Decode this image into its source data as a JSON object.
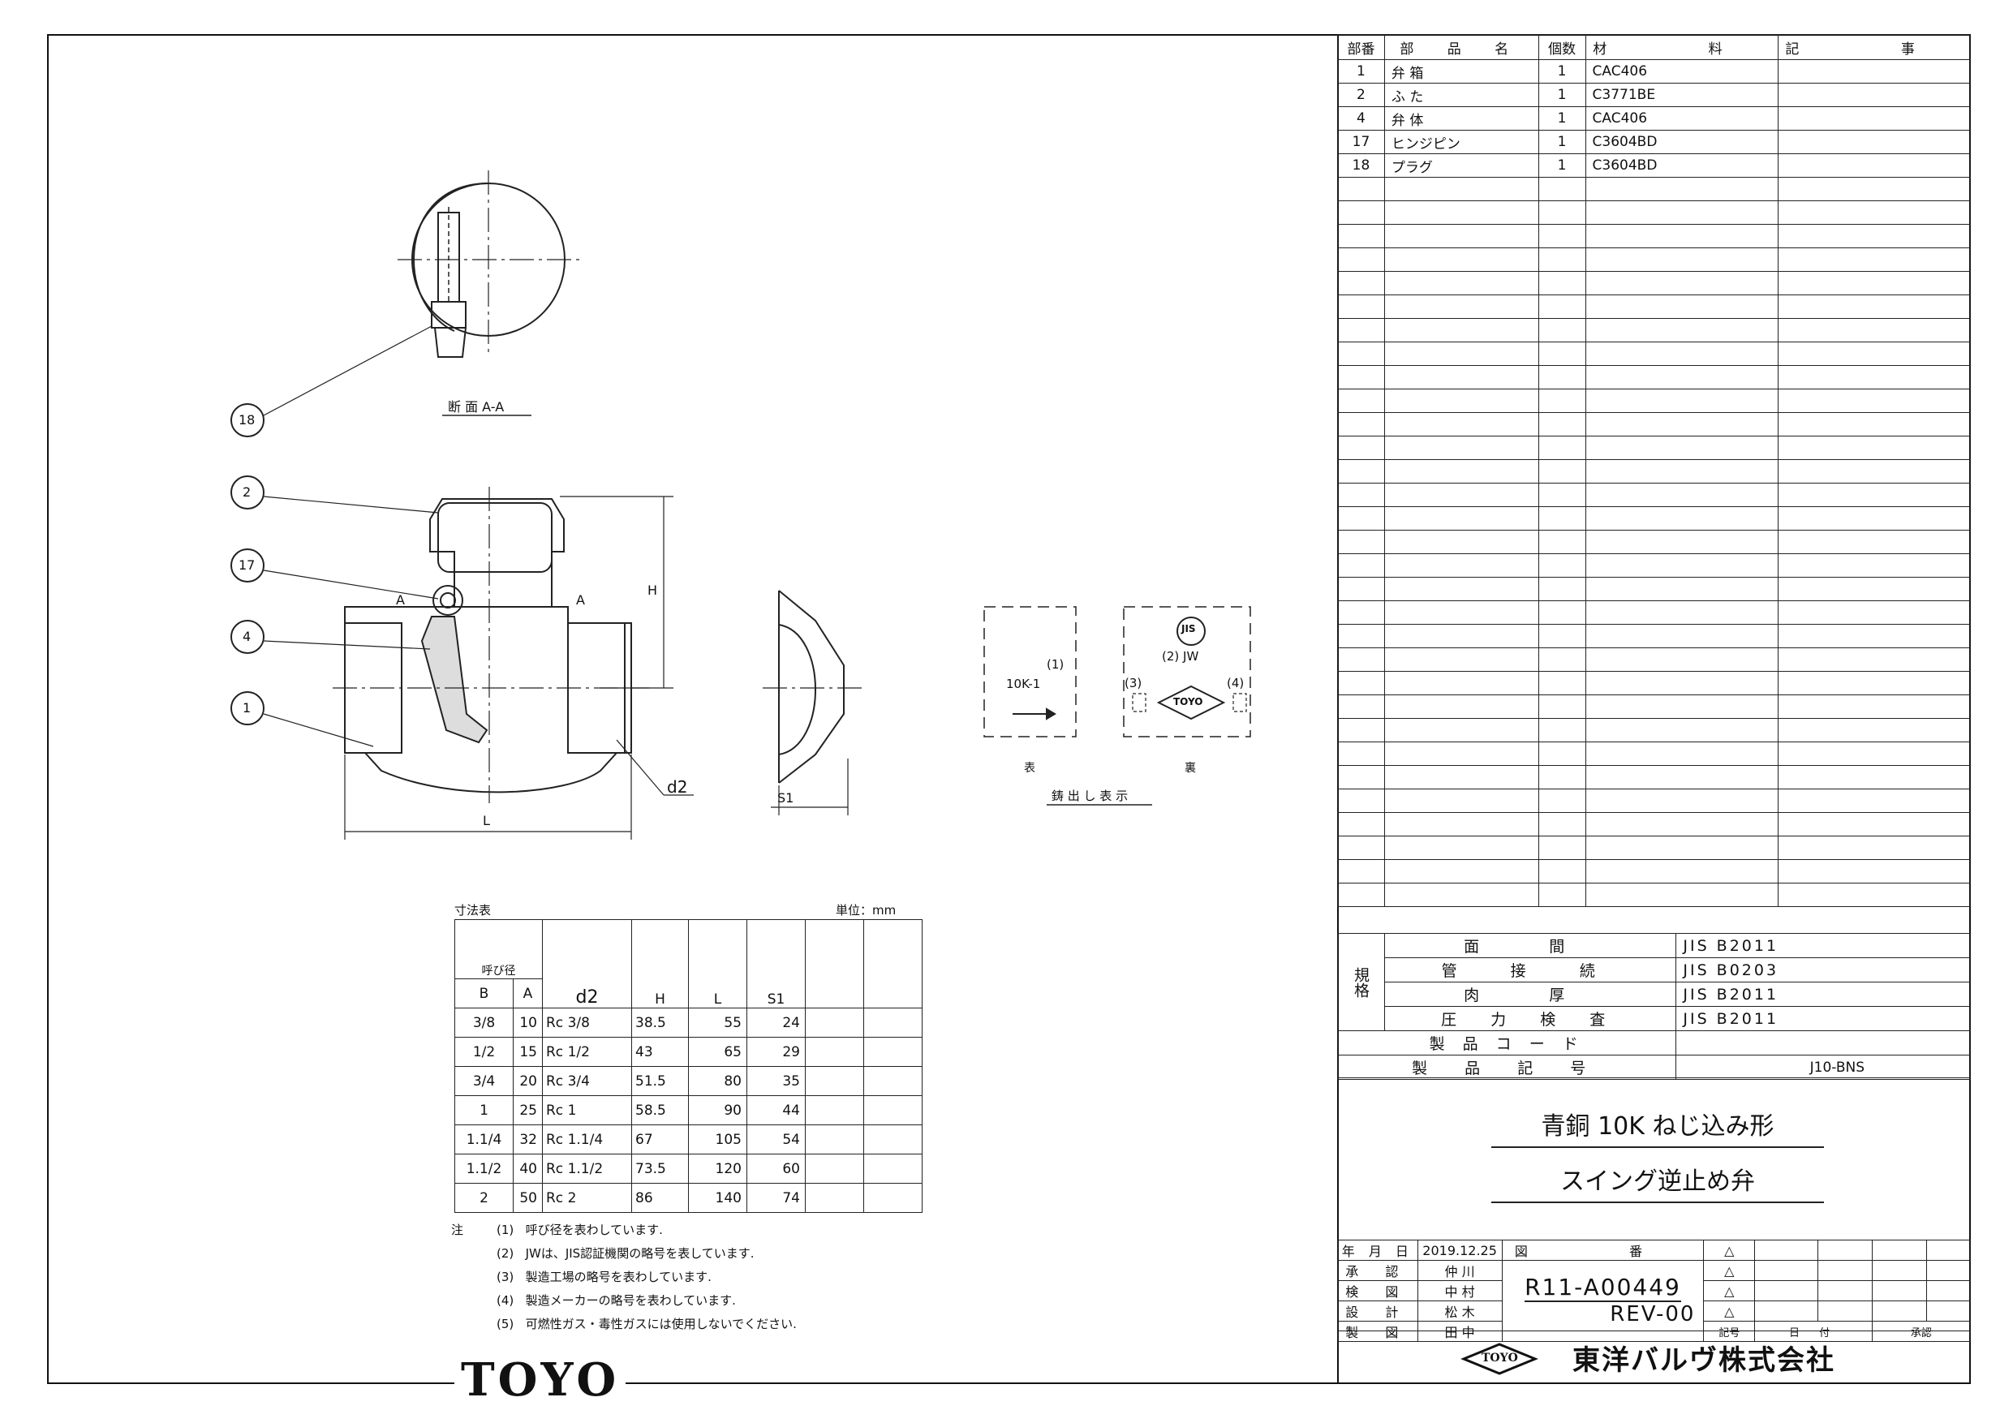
{
  "parts_table": {
    "headers": [
      "部番",
      "部 品 名",
      "個数",
      "材 料",
      "記 事"
    ],
    "rows": [
      {
        "no": "1",
        "name": "弁 箱",
        "qty": "1",
        "material": "CAC406",
        "note": ""
      },
      {
        "no": "2",
        "name": "ふ た",
        "qty": "1",
        "material": "C3771BE",
        "note": ""
      },
      {
        "no": "4",
        "name": "弁 体",
        "qty": "1",
        "material": "CAC406",
        "note": ""
      },
      {
        "no": "17",
        "name": "ヒンジピン",
        "qty": "1",
        "material": "C3604BD",
        "note": ""
      },
      {
        "no": "18",
        "name": "プラグ",
        "qty": "1",
        "material": "C3604BD",
        "note": ""
      }
    ]
  },
  "standards": {
    "group_label": "規格",
    "rows": [
      {
        "label": "面 間",
        "value": "JIS B2011"
      },
      {
        "label": "管 接 続",
        "value": "JIS B0203"
      },
      {
        "label": "肉 厚",
        "value": "JIS B2011"
      },
      {
        "label": "圧 力 検 査",
        "value": "JIS B2011"
      }
    ],
    "product_code_label": "製 品 コ ー ド",
    "product_code": "",
    "product_symbol_label": "製 品 記 号",
    "product_symbol": "J10-BNS"
  },
  "title": {
    "line1": "青銅 10K ねじ込み形",
    "line2": "スイング逆止め弁"
  },
  "revision_block": {
    "date_label": "年 月 日",
    "date": "2019.12.25",
    "drawing_no_label": "図 番",
    "drawing_no": "R11-A00449",
    "rev": "REV-00",
    "roles": [
      {
        "role": "承 認",
        "name": "仲 川"
      },
      {
        "role": "検 図",
        "name": "中 村"
      },
      {
        "role": "設 計",
        "name": "松 木"
      },
      {
        "role": "製 図",
        "name": "田 中"
      }
    ],
    "rev_cols": [
      "記号",
      "日 付",
      "承認"
    ]
  },
  "company": {
    "name": "東洋バルヴ株式会社",
    "logo_text": "TOYO"
  },
  "brand_logo": "TOYO",
  "dimension_table": {
    "caption": "寸法表",
    "unit": "単位：mm",
    "group_header": "呼び径",
    "headers": [
      "B",
      "A",
      "d2",
      "H",
      "L",
      "S1"
    ],
    "rows": [
      [
        "3/8",
        "10",
        "Rc 3/8",
        "38.5",
        "55",
        "24"
      ],
      [
        "1/2",
        "15",
        "Rc 1/2",
        "43",
        "65",
        "29"
      ],
      [
        "3/4",
        "20",
        "Rc 3/4",
        "51.5",
        "80",
        "35"
      ],
      [
        "1",
        "25",
        "Rc 1",
        "58.5",
        "90",
        "44"
      ],
      [
        "1.1/4",
        "32",
        "Rc 1.1/4",
        "67",
        "105",
        "54"
      ],
      [
        "1.1/2",
        "40",
        "Rc 1.1/2",
        "73.5",
        "120",
        "60"
      ],
      [
        "2",
        "50",
        "Rc 2",
        "86",
        "140",
        "74"
      ]
    ]
  },
  "notes": {
    "label": "注",
    "items": [
      {
        "n": "(1)",
        "text": "呼び径を表わしています."
      },
      {
        "n": "(2)",
        "text": "JWは、JIS認証機関の略号を表しています."
      },
      {
        "n": "(3)",
        "text": "製造工場の略号を表わしています."
      },
      {
        "n": "(4)",
        "text": "製造メーカーの略号を表わしています."
      },
      {
        "n": "(5)",
        "text": "可燃性ガス・毒性ガスには使用しないでください."
      }
    ]
  },
  "drawing_labels": {
    "section": "断 面 A-A",
    "balloons": [
      "18",
      "2",
      "17",
      "4",
      "1"
    ],
    "dim_H": "H",
    "dim_L": "L",
    "dim_d2": "d2",
    "dim_S1": "S1",
    "section_mark": "A",
    "cast_front_label": "表",
    "cast_back_label": "裏",
    "cast_title": "鋳 出 し 表 示",
    "cast_size": "10K-1",
    "cast_n1": "(1)",
    "cast_jw": "(2) JW",
    "cast_n3": "(3)",
    "cast_n4": "(4)",
    "jis_mark": "JIS",
    "toyo_mark": "TOYO"
  }
}
